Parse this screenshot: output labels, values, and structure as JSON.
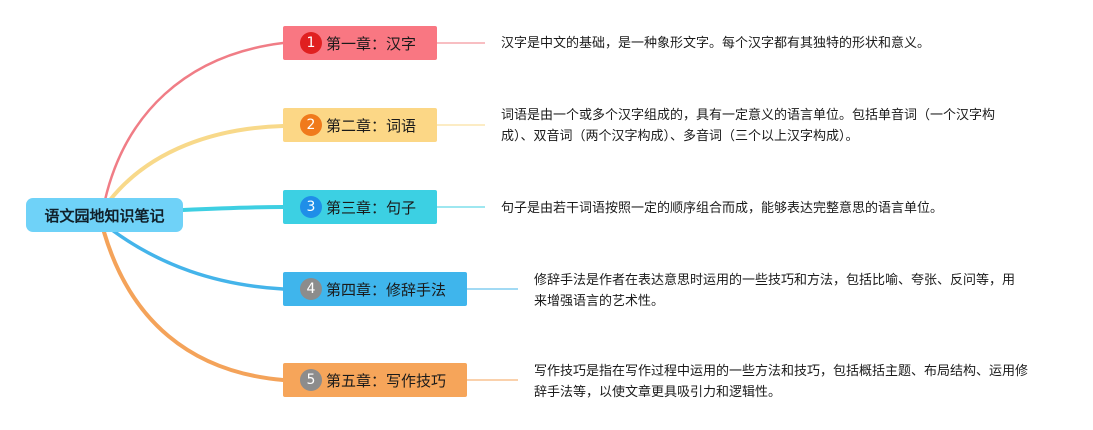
{
  "root": {
    "label": "语文园地知识笔记",
    "color": "#6fd2f8"
  },
  "chapters": [
    {
      "num": "1",
      "label": "第一章：汉字",
      "color": "#f97782",
      "badge_color": "#e02020",
      "line_color": "#f07d86",
      "desc": "汉字是中文的基础，是一种象形文字。每个汉字都有其独特的形状和意义。"
    },
    {
      "num": "2",
      "label": "第二章：词语",
      "color": "#fcd786",
      "badge_color": "#f07a1c",
      "line_color": "#f8d98a",
      "desc": "词语是由一个或多个汉字组成的，具有一定意义的语言单位。包括单音词（一个汉字构成）、双音词（两个汉字构成）、多音词（三个以上汉字构成）。"
    },
    {
      "num": "3",
      "label": "第三章：句子",
      "color": "#3cd0e3",
      "badge_color": "#1f8ee8",
      "line_color": "#3ecfe2",
      "desc": "句子是由若干词语按照一定的顺序组合而成，能够表达完整意思的语言单位。"
    },
    {
      "num": "4",
      "label": "第四章：修辞手法",
      "color": "#3fb5ec",
      "badge_color": "#8c8c8c",
      "line_color": "#44b4ea",
      "desc": "修辞手法是作者在表达意思时运用的一些技巧和方法，包括比喻、夸张、反问等，用来增强语言的艺术性。"
    },
    {
      "num": "5",
      "label": "第五章：写作技巧",
      "color": "#f6a55a",
      "badge_color": "#8c8c8c",
      "line_color": "#f4a35a",
      "desc": "写作技巧是指在写作过程中运用的一些方法和技巧，包括概括主题、布局结构、运用修辞手法等，以使文章更具吸引力和逻辑性。"
    }
  ]
}
